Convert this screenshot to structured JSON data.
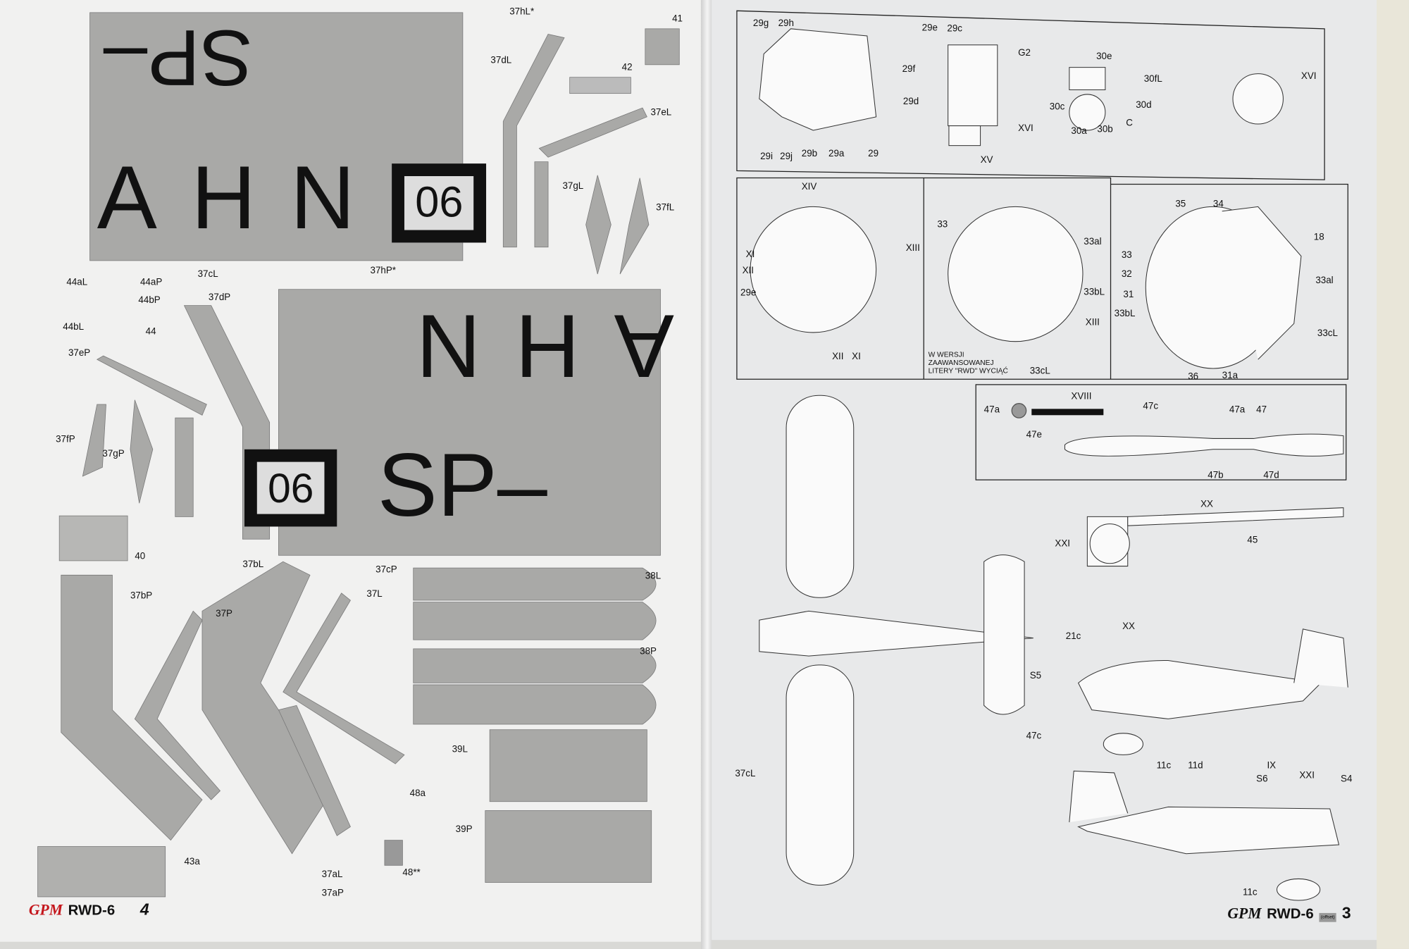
{
  "left_page": {
    "labels": [
      "37hL*",
      "41",
      "37dL",
      "42",
      "37eL",
      "37gL",
      "37fL",
      "37cL",
      "37hP*",
      "44aL",
      "44aP",
      "44bP",
      "44bL",
      "37dP",
      "44",
      "37eP",
      "37fP",
      "37gP",
      "40",
      "37bL",
      "37L",
      "37P",
      "37cP",
      "38L",
      "38P",
      "37bP",
      "39L",
      "39P",
      "48a",
      "43a",
      "48**",
      "37aL",
      "37aP"
    ],
    "decals": {
      "reg_prefix": "SP–",
      "reg_letters": "AHN",
      "number": "06"
    },
    "footer": {
      "brand": "GPM",
      "model": "RWD-6",
      "page": "4"
    }
  },
  "right_page": {
    "labels": [
      "29g",
      "29h",
      "29e",
      "29c",
      "G2",
      "29f",
      "29d",
      "30e",
      "30fL",
      "XVI",
      "30c",
      "30d",
      "C",
      "30a",
      "30b",
      "XVI",
      "XV",
      "29i",
      "29j",
      "29b",
      "29a",
      "29",
      "XIV",
      "XIII",
      "XI",
      "XII",
      "29e",
      "XII",
      "XI",
      "33",
      "33al",
      "33bL",
      "XIII",
      "33cL",
      "35",
      "34",
      "18",
      "33",
      "32",
      "33al",
      "31",
      "33bL",
      "33cL",
      "36",
      "31a",
      "47a",
      "XVIII",
      "47e",
      "47c",
      "47a",
      "47",
      "47b",
      "47d",
      "XX",
      "XXI",
      "45",
      "21c",
      "XX",
      "S5",
      "47c",
      "37cL",
      "11c",
      "11d",
      "IX",
      "S6",
      "XXI",
      "S4",
      "11c"
    ],
    "note": [
      "W WERSJI",
      "ZAAWANSOWANEJ",
      "LITERY \"RWD\" WYCIĄĆ"
    ],
    "footer": {
      "brand": "GPM",
      "model": "RWD-6",
      "page": "3",
      "small": "(offset)"
    }
  },
  "colors": {
    "part_gray": "#a9a9a7",
    "brand_red": "#c4161c",
    "paper": "#f1f1f0",
    "ink": "#111111"
  }
}
